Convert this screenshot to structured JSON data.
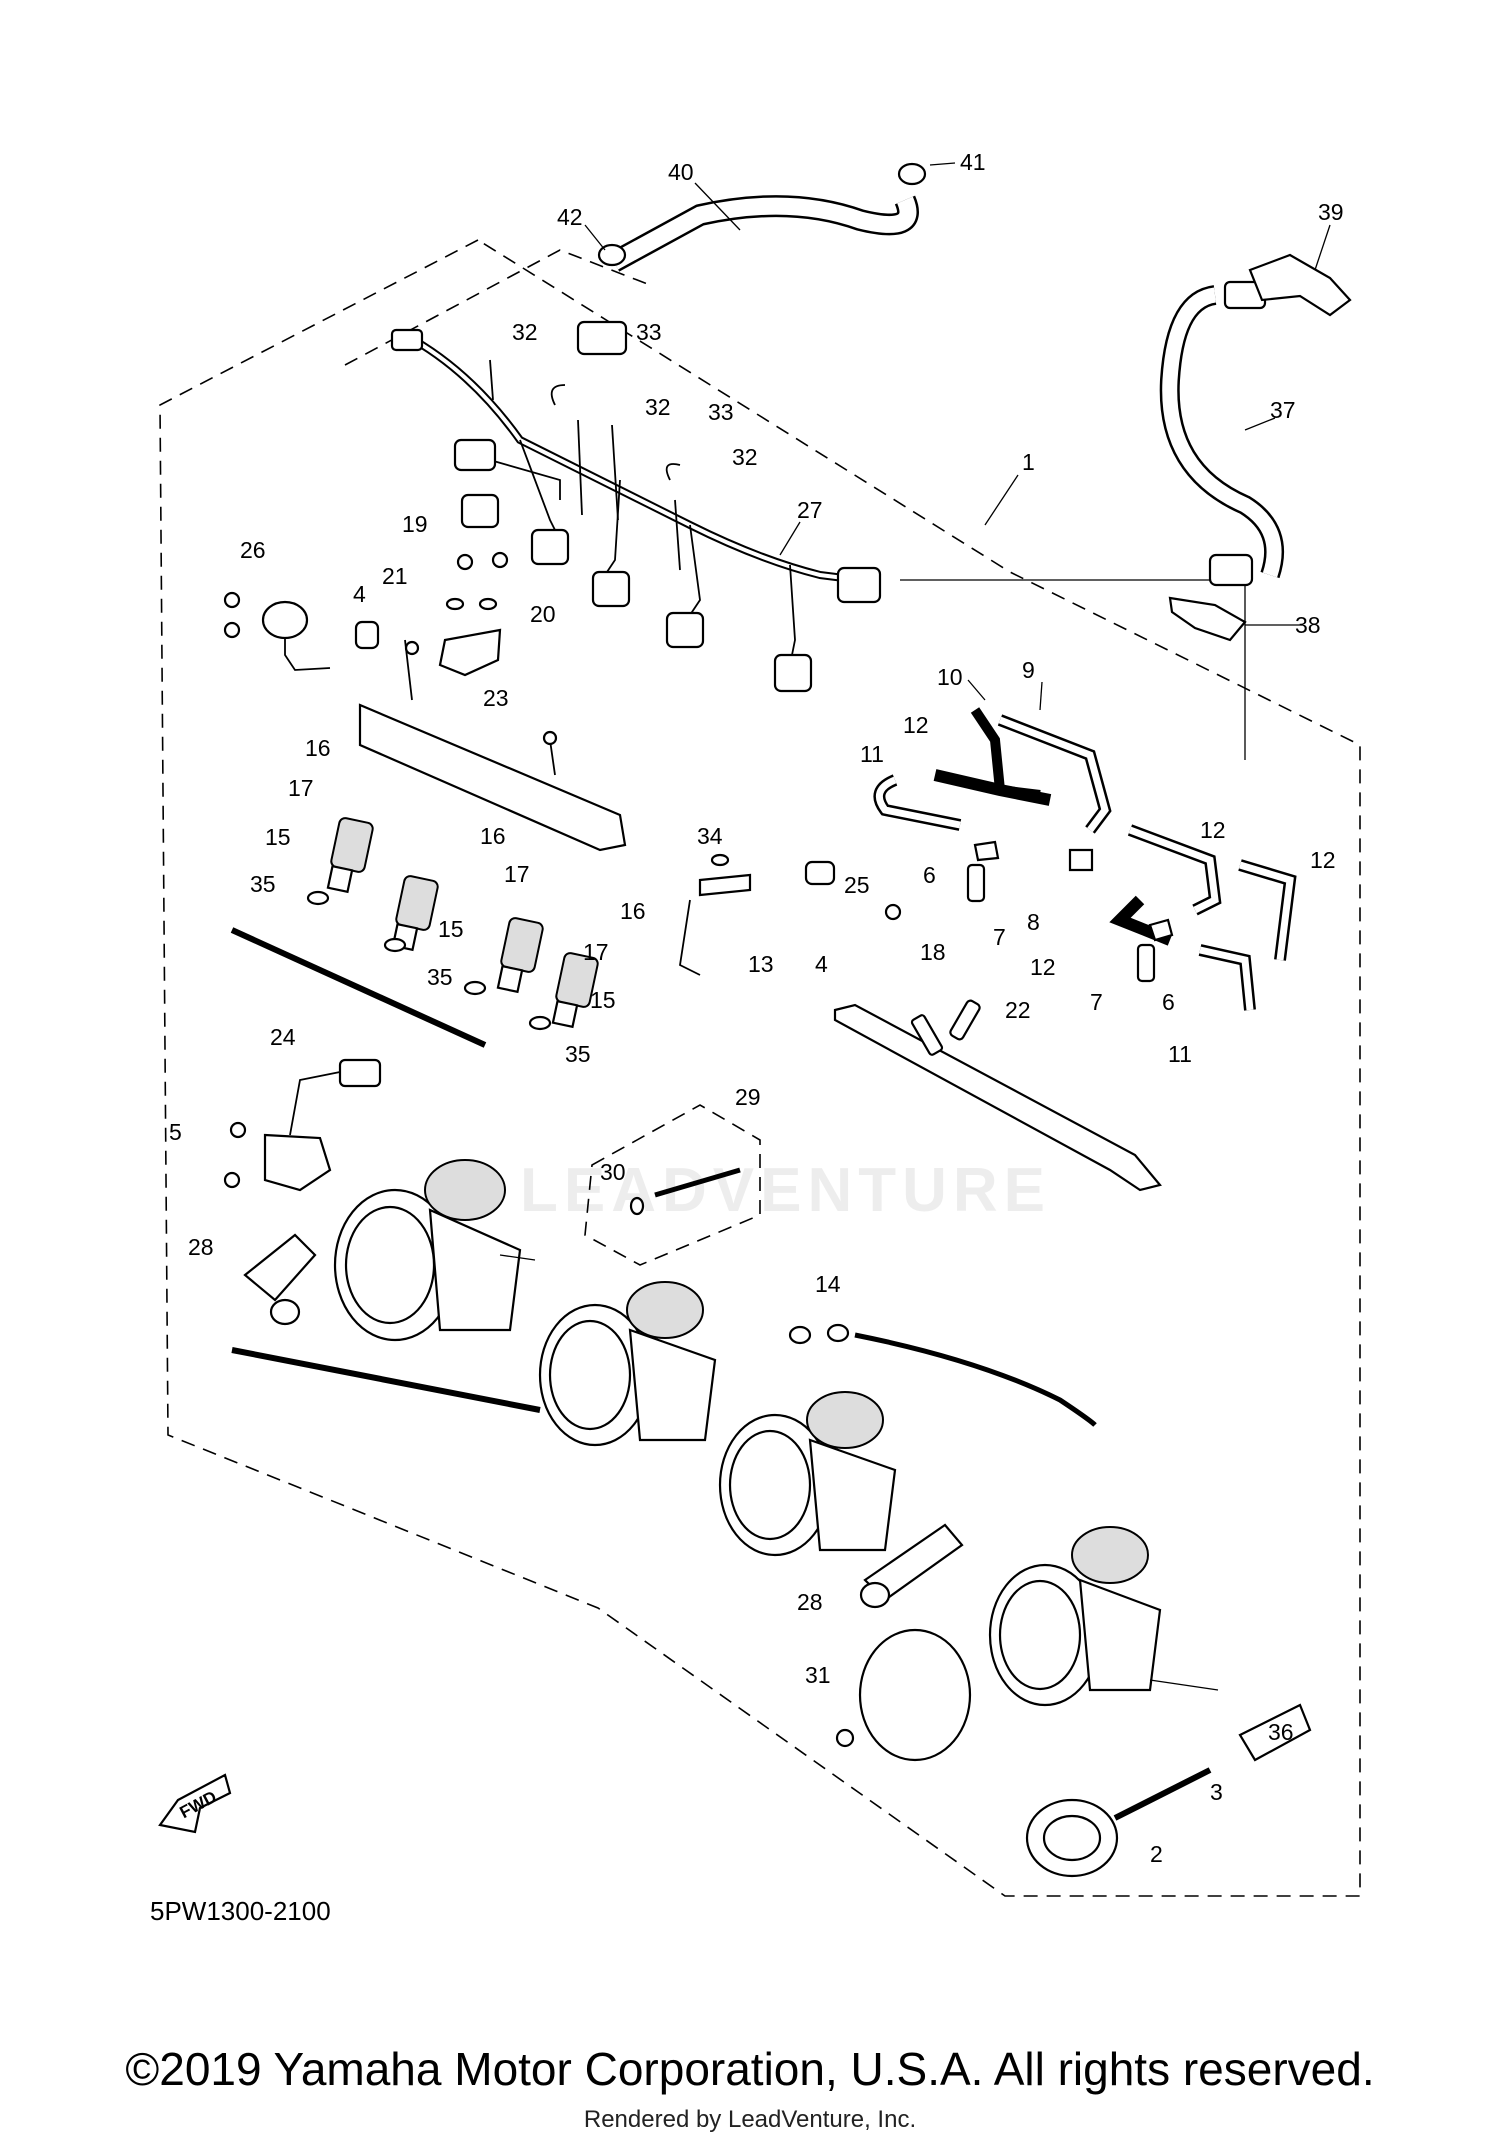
{
  "diagram": {
    "code": "5PW1300-2100",
    "fwd_label": "FWD",
    "watermark": "LEADVENTURE",
    "copyright": "©2019 Yamaha Motor Corporation, U.S.A. All rights reserved.",
    "rendered_by": "Rendered by LeadVenture, Inc.",
    "callouts": [
      {
        "id": "c40",
        "label": "40"
      },
      {
        "id": "c41",
        "label": "41"
      },
      {
        "id": "c42",
        "label": "42"
      },
      {
        "id": "c39",
        "label": "39"
      },
      {
        "id": "c32a",
        "label": "32"
      },
      {
        "id": "c33a",
        "label": "33"
      },
      {
        "id": "c32b",
        "label": "32"
      },
      {
        "id": "c33b",
        "label": "33"
      },
      {
        "id": "c32c",
        "label": "32"
      },
      {
        "id": "c37",
        "label": "37"
      },
      {
        "id": "c1",
        "label": "1"
      },
      {
        "id": "c27",
        "label": "27"
      },
      {
        "id": "c19",
        "label": "19"
      },
      {
        "id": "c26",
        "label": "26"
      },
      {
        "id": "c21",
        "label": "21"
      },
      {
        "id": "c20",
        "label": "20"
      },
      {
        "id": "c4a",
        "label": "4"
      },
      {
        "id": "c38",
        "label": "38"
      },
      {
        "id": "c23",
        "label": "23"
      },
      {
        "id": "c10",
        "label": "10"
      },
      {
        "id": "c9",
        "label": "9"
      },
      {
        "id": "c12a",
        "label": "12"
      },
      {
        "id": "c16a",
        "label": "16"
      },
      {
        "id": "c11a",
        "label": "11"
      },
      {
        "id": "c17a",
        "label": "17"
      },
      {
        "id": "c15a",
        "label": "15"
      },
      {
        "id": "c16b",
        "label": "16"
      },
      {
        "id": "c34",
        "label": "34"
      },
      {
        "id": "c12b",
        "label": "12"
      },
      {
        "id": "c12c",
        "label": "12"
      },
      {
        "id": "c35a",
        "label": "35"
      },
      {
        "id": "c17b",
        "label": "17"
      },
      {
        "id": "c6a",
        "label": "6"
      },
      {
        "id": "c25",
        "label": "25"
      },
      {
        "id": "c16c",
        "label": "16"
      },
      {
        "id": "c8",
        "label": "8"
      },
      {
        "id": "c7a",
        "label": "7"
      },
      {
        "id": "c15b",
        "label": "15"
      },
      {
        "id": "c17c",
        "label": "17"
      },
      {
        "id": "c13",
        "label": "13"
      },
      {
        "id": "c4b",
        "label": "4"
      },
      {
        "id": "c18",
        "label": "18"
      },
      {
        "id": "c12d",
        "label": "12"
      },
      {
        "id": "c35b",
        "label": "35"
      },
      {
        "id": "c15c",
        "label": "15"
      },
      {
        "id": "c7b",
        "label": "7"
      },
      {
        "id": "c6b",
        "label": "6"
      },
      {
        "id": "c22",
        "label": "22"
      },
      {
        "id": "c35c",
        "label": "35"
      },
      {
        "id": "c11b",
        "label": "11"
      },
      {
        "id": "c24",
        "label": "24"
      },
      {
        "id": "c29",
        "label": "29"
      },
      {
        "id": "c5",
        "label": "5"
      },
      {
        "id": "c30",
        "label": "30"
      },
      {
        "id": "c28a",
        "label": "28"
      },
      {
        "id": "c14",
        "label": "14"
      },
      {
        "id": "c28b",
        "label": "28"
      },
      {
        "id": "c31",
        "label": "31"
      },
      {
        "id": "c36",
        "label": "36"
      },
      {
        "id": "c3",
        "label": "3"
      },
      {
        "id": "c2",
        "label": "2"
      }
    ]
  }
}
